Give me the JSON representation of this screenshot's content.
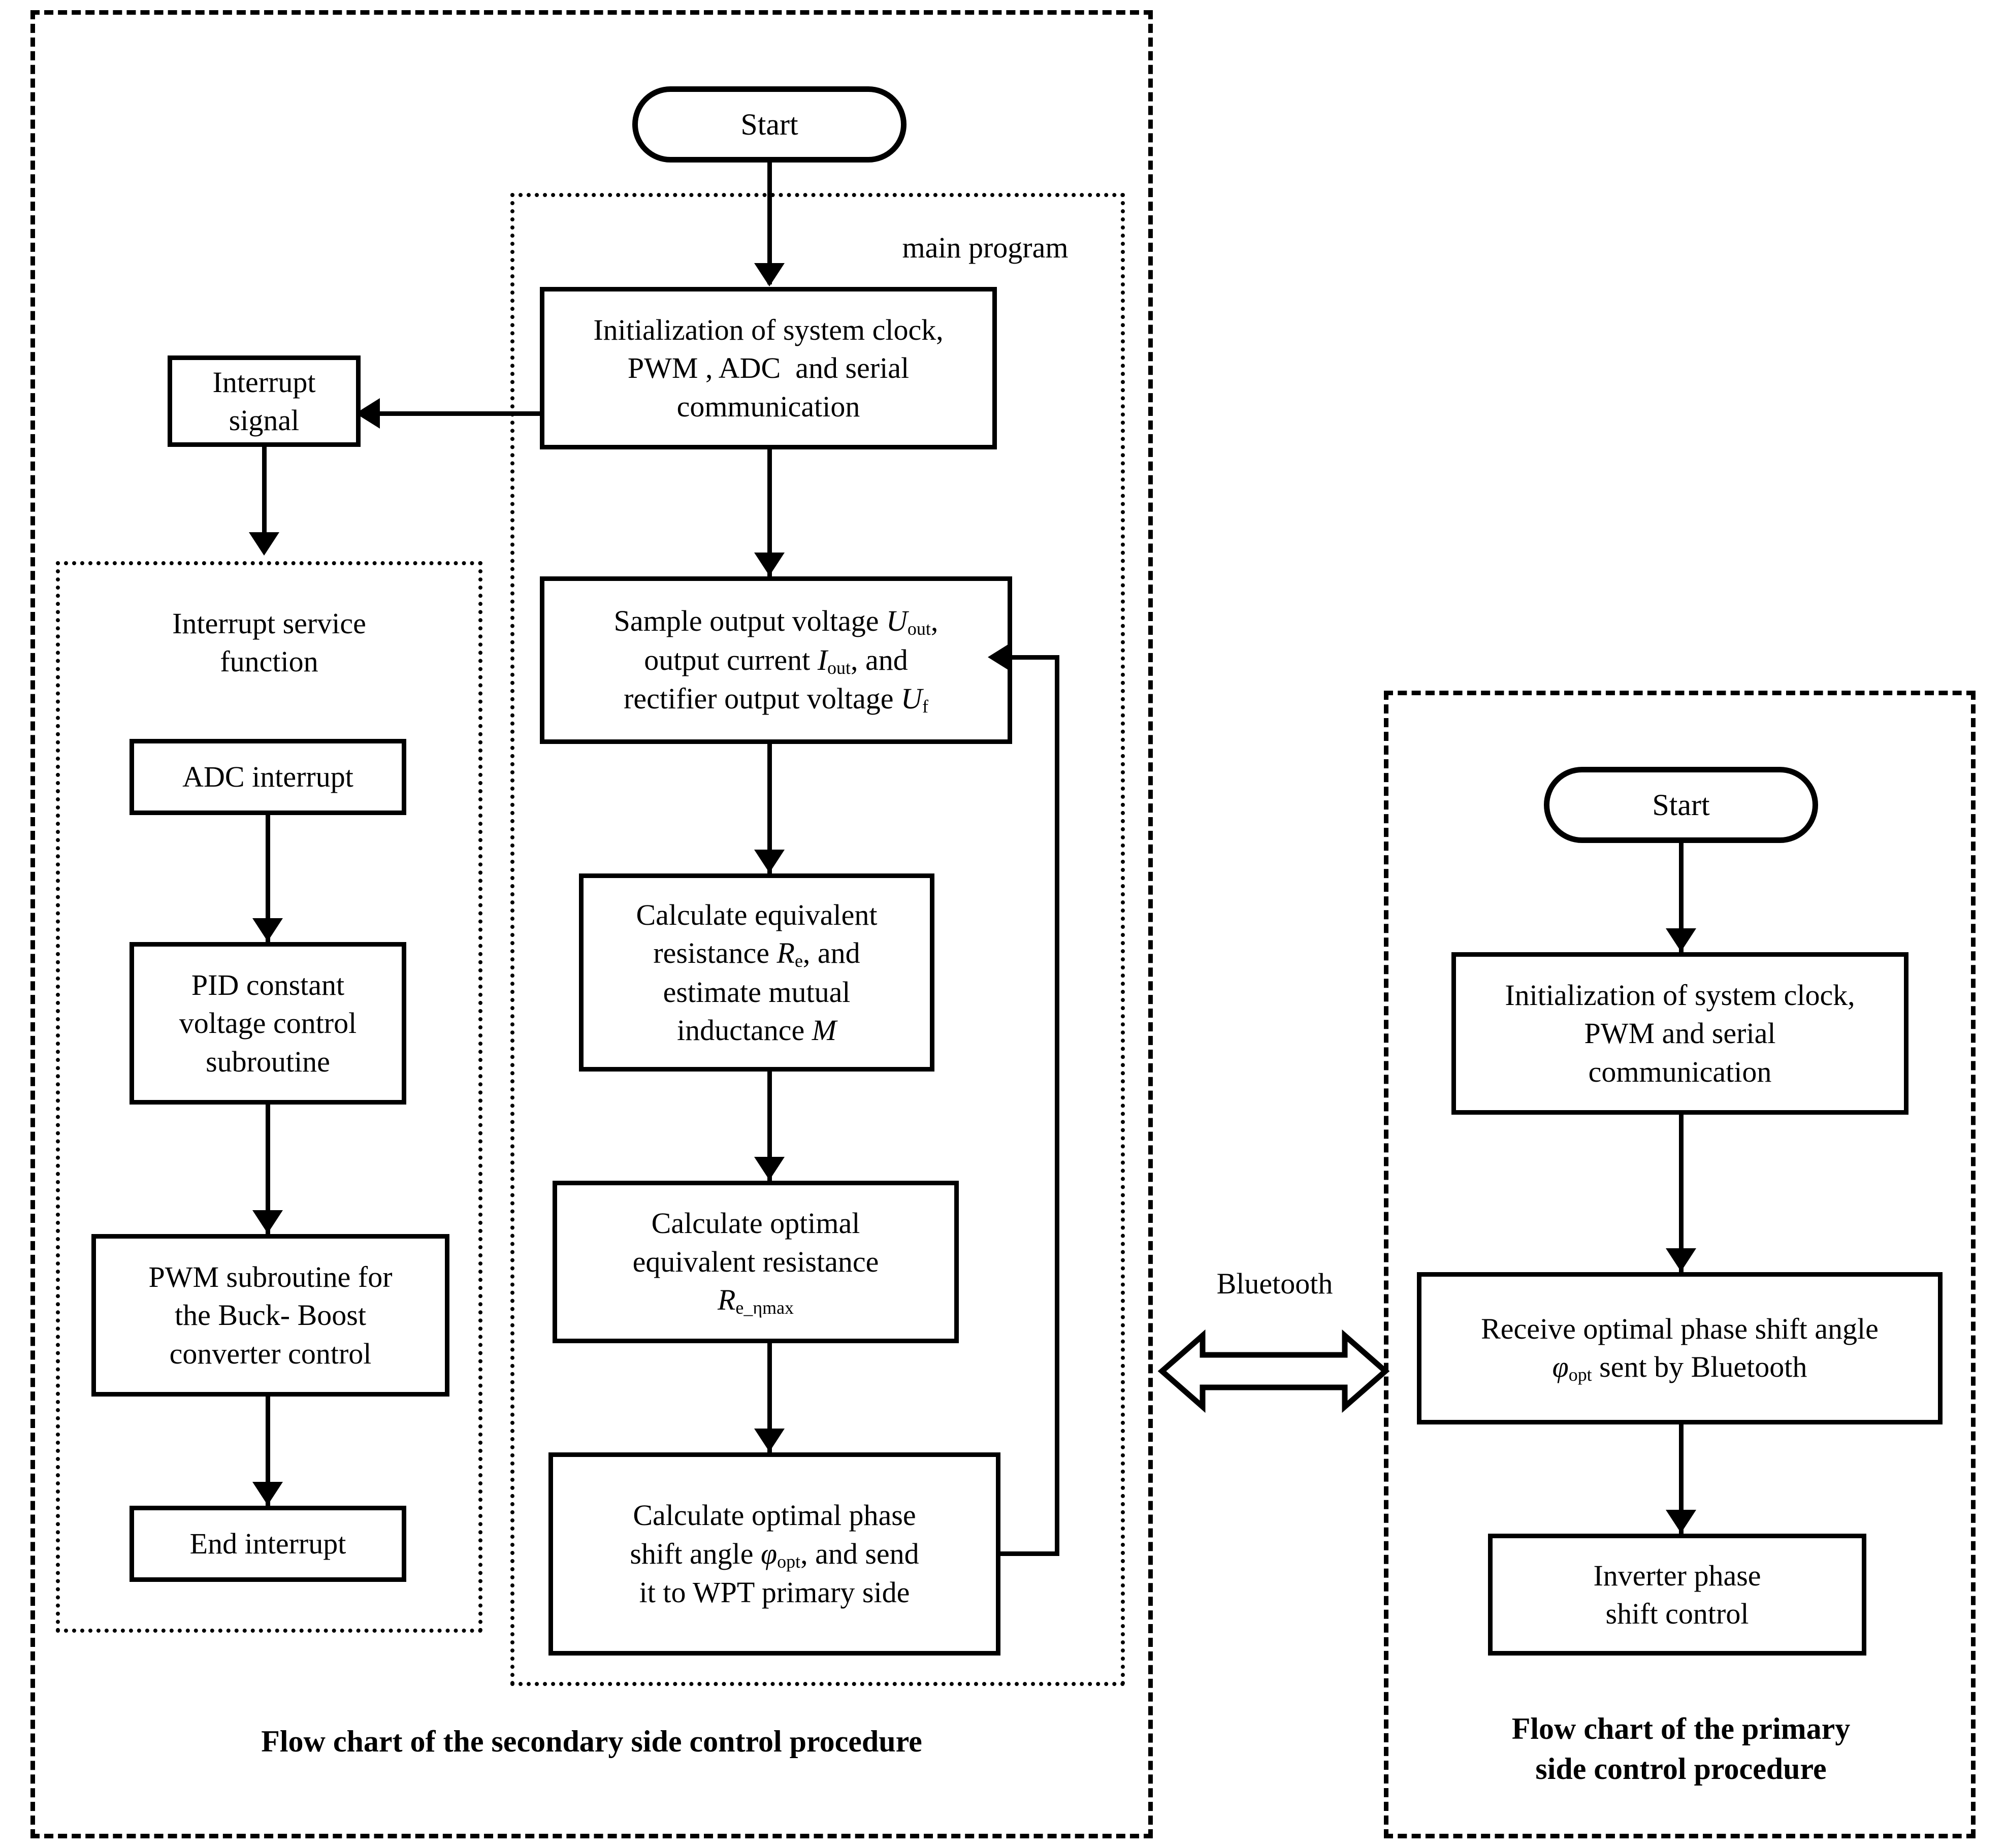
{
  "secondary": {
    "caption": "Flow chart of the secondary side control procedure",
    "start_label": "Start",
    "main_program_label": "main program",
    "interrupt_signal_label": "Interrupt\nsignal",
    "isr_group_label": "Interrupt service\nfunction",
    "main_steps": [
      "Initialization of system clock, PWM , ADC  and serial communication",
      "Sample output voltage Uout, output current Iout, and rectifier output voltage Uf",
      "Calculate equivalent resistance Re, and estimate mutual inductance M",
      "Calculate optimal equivalent resistance Re_ηmax",
      "Calculate optimal phase shift angle φopt, and send it to WPT primary side"
    ],
    "isr_steps": [
      "ADC interrupt",
      "PID constant voltage control subroutine",
      "PWM subroutine for the Buck- Boost converter control",
      "End interrupt"
    ]
  },
  "primary": {
    "caption": "Flow chart of the primary\nside control procedure",
    "start_label": "Start",
    "steps": [
      "Initialization of system clock, PWM and serial communication",
      "Receive optimal phase shift angle φopt sent by Bluetooth",
      "Inverter phase shift control"
    ]
  },
  "link": {
    "bluetooth_label": "Bluetooth"
  },
  "colors": {
    "stroke": "#000000",
    "background": "#ffffff"
  }
}
